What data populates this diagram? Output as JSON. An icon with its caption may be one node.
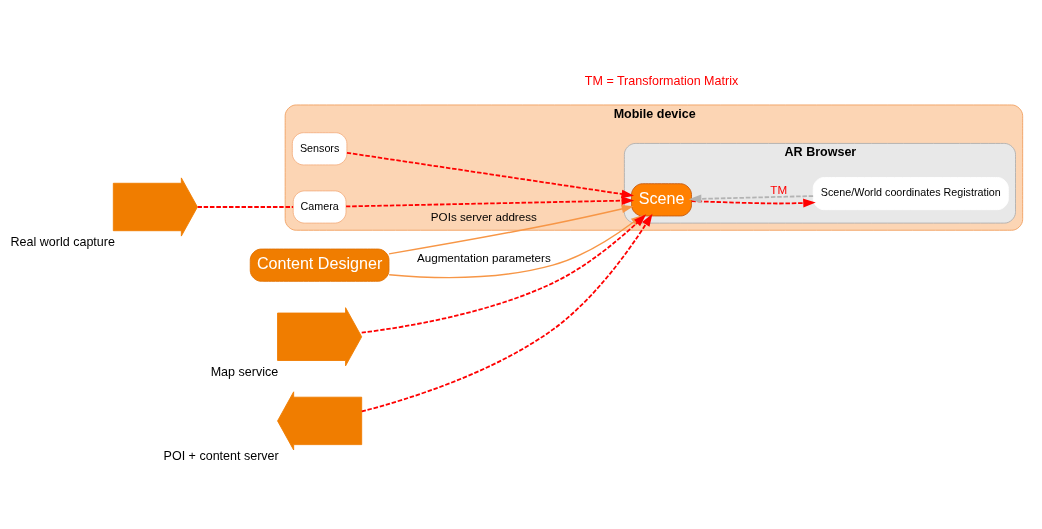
{
  "diagram": {
    "nodes": [
      {
        "text": [
          "Mobile device"
        ]
      },
      {
        "text": [
          "Sensors"
        ],
        "in": 0
      },
      {
        "text": [
          "AR Browser"
        ],
        "in": 0
      },
      {
        "text": [
          "Scene"
        ],
        "in": 2
      },
      {
        "text": [
          "Scene/World coordinates Registration"
        ],
        "in": 2
      },
      {
        "text": [
          "Camera"
        ],
        "in": 0
      },
      {
        "text": [
          "Content Designer"
        ]
      },
      {
        "text": [],
        "shape": "arrow",
        "beside": [
          "Real world capture"
        ]
      },
      {
        "text": [],
        "shape": "arrow",
        "beside": [
          "Map service"
        ]
      },
      {
        "text": [],
        "shape": "arrow",
        "beside": [
          "POI + content server"
        ]
      }
    ],
    "edges": [
      {
        "from": 1,
        "to": 3,
        "arrow": "to",
        "style": "dashed"
      },
      {
        "from": 6,
        "to": 3,
        "arrow": "to",
        "label": "Augmentation parameters",
        "color": "#f79646"
      },
      {
        "from": 6,
        "to": 3,
        "arrow": "to",
        "label": "POIs server address",
        "color": "#f79646"
      },
      {
        "from": 4,
        "to": 3,
        "arrow": "to",
        "label": "TM",
        "style": "dashed",
        "color": "#b3b3b3"
      },
      {
        "from": 3,
        "to": 4,
        "arrow": "to",
        "style": "dashed"
      },
      {
        "from": 5,
        "to": 3,
        "arrow": "to",
        "style": "dashed"
      },
      {
        "from": 7,
        "to": 5,
        "arrow": "none",
        "style": "dashed"
      },
      {
        "from": 8,
        "to": 3,
        "arrow": "to",
        "style": "dashed"
      },
      {
        "from": 9,
        "to": 3,
        "arrow": "to",
        "style": "dashed"
      }
    ],
    "labels": [
      "TM = Transformation Matrix"
    ]
  }
}
